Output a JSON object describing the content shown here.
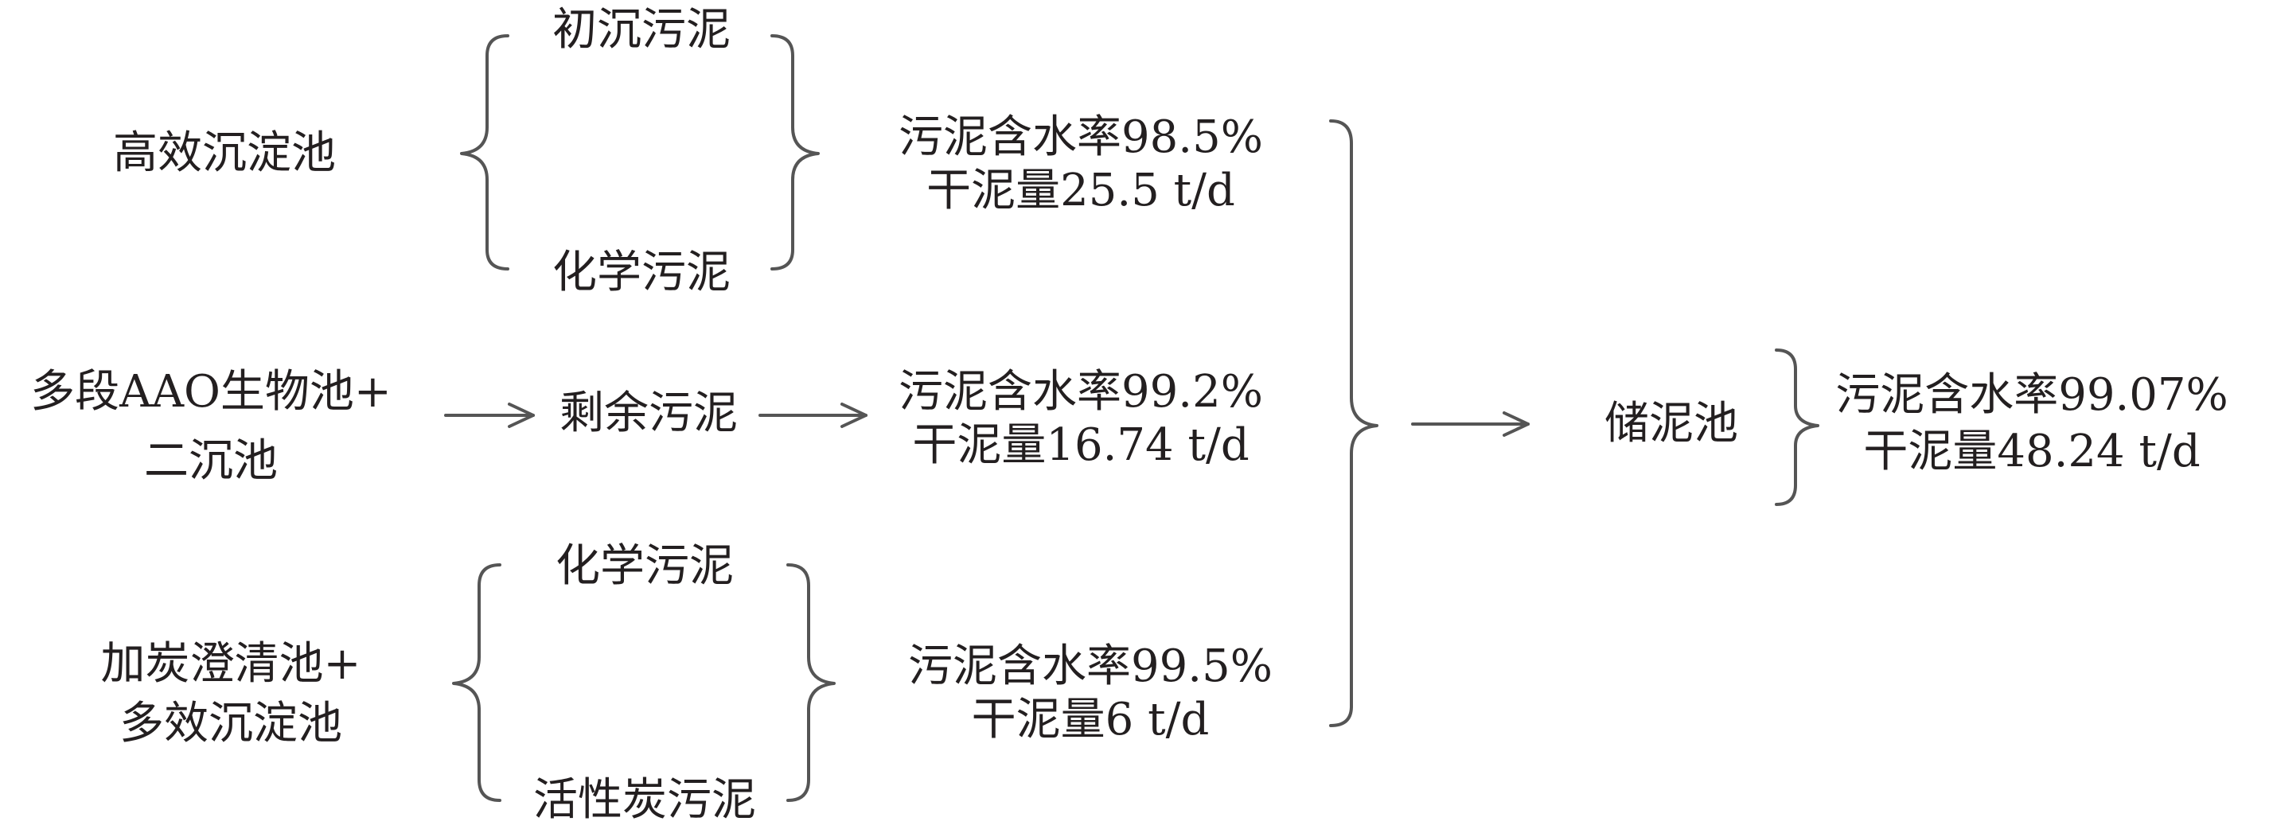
{
  "sources": {
    "s1": {
      "name": "高效沉淀池",
      "top_sludge": "初沉污泥",
      "bottom_sludge": "化学污泥"
    },
    "s2": {
      "name_line1": "多段AAO生物池+",
      "name_line2": "二沉池",
      "sludge": "剩余污泥"
    },
    "s3": {
      "name_line1": "加炭澄清池+",
      "name_line2": "多效沉淀池",
      "top_sludge": "化学污泥",
      "bottom_sludge": "活性炭污泥"
    }
  },
  "outputs": {
    "o1": {
      "moisture": "污泥含水率98.5%",
      "dry": "干泥量25.5 t/d"
    },
    "o2": {
      "moisture": "污泥含水率99.2%",
      "dry": "干泥量16.74 t/d"
    },
    "o3": {
      "moisture": "污泥含水率99.5%",
      "dry": "干泥量6 t/d"
    }
  },
  "storage": {
    "name": "储泥池",
    "moisture": "污泥含水率99.07%",
    "dry": "干泥量48.24 t/d"
  }
}
